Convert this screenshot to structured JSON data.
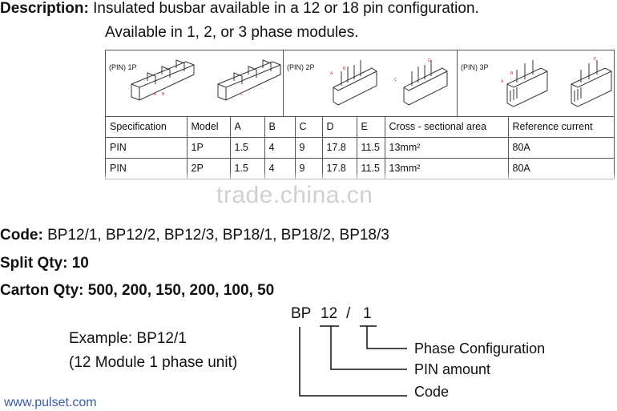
{
  "description": {
    "label": "Description:",
    "line1": "Insulated busbar available in a 12 or 18 pin configuration.",
    "line2": "Available in 1, 2, or 3 phase modules."
  },
  "figures": [
    {
      "label": "(PIN) 1P"
    },
    {
      "label": "(PIN) 2P"
    },
    {
      "label": "(PIN) 3P"
    }
  ],
  "table": {
    "headers": [
      "Specification",
      "Model",
      "A",
      "B",
      "C",
      "D",
      "E",
      "Cross - sectional area",
      "Reference current"
    ],
    "rows": [
      [
        "PIN",
        "1P",
        "1.5",
        "4",
        "9",
        "17.8",
        "11.5",
        "13mm²",
        "80A"
      ],
      [
        "PIN",
        "2P",
        "1.5",
        "4",
        "9",
        "17.8",
        "11.5",
        "13mm²",
        "80A"
      ]
    ]
  },
  "watermark": "trade.china.cn",
  "code": {
    "label": "Code:",
    "value": "BP12/1, BP12/2, BP12/3, BP18/1, BP18/2, BP18/3"
  },
  "split_qty": {
    "label": "Split Qty:",
    "value": "10"
  },
  "carton_qty": {
    "label": "Carton Qty:",
    "value": "500, 200, 150, 200, 100, 50"
  },
  "example": {
    "line1": "Example: BP12/1",
    "line2": "(12 Module 1 phase unit)"
  },
  "code_diagram": {
    "bp": "BP",
    "num": "12",
    "slash": "/",
    "phase": "1",
    "legend_phase": "Phase Configuration",
    "legend_pin": "PIN amount",
    "legend_code": "Code"
  },
  "url": "www.pulset.com"
}
